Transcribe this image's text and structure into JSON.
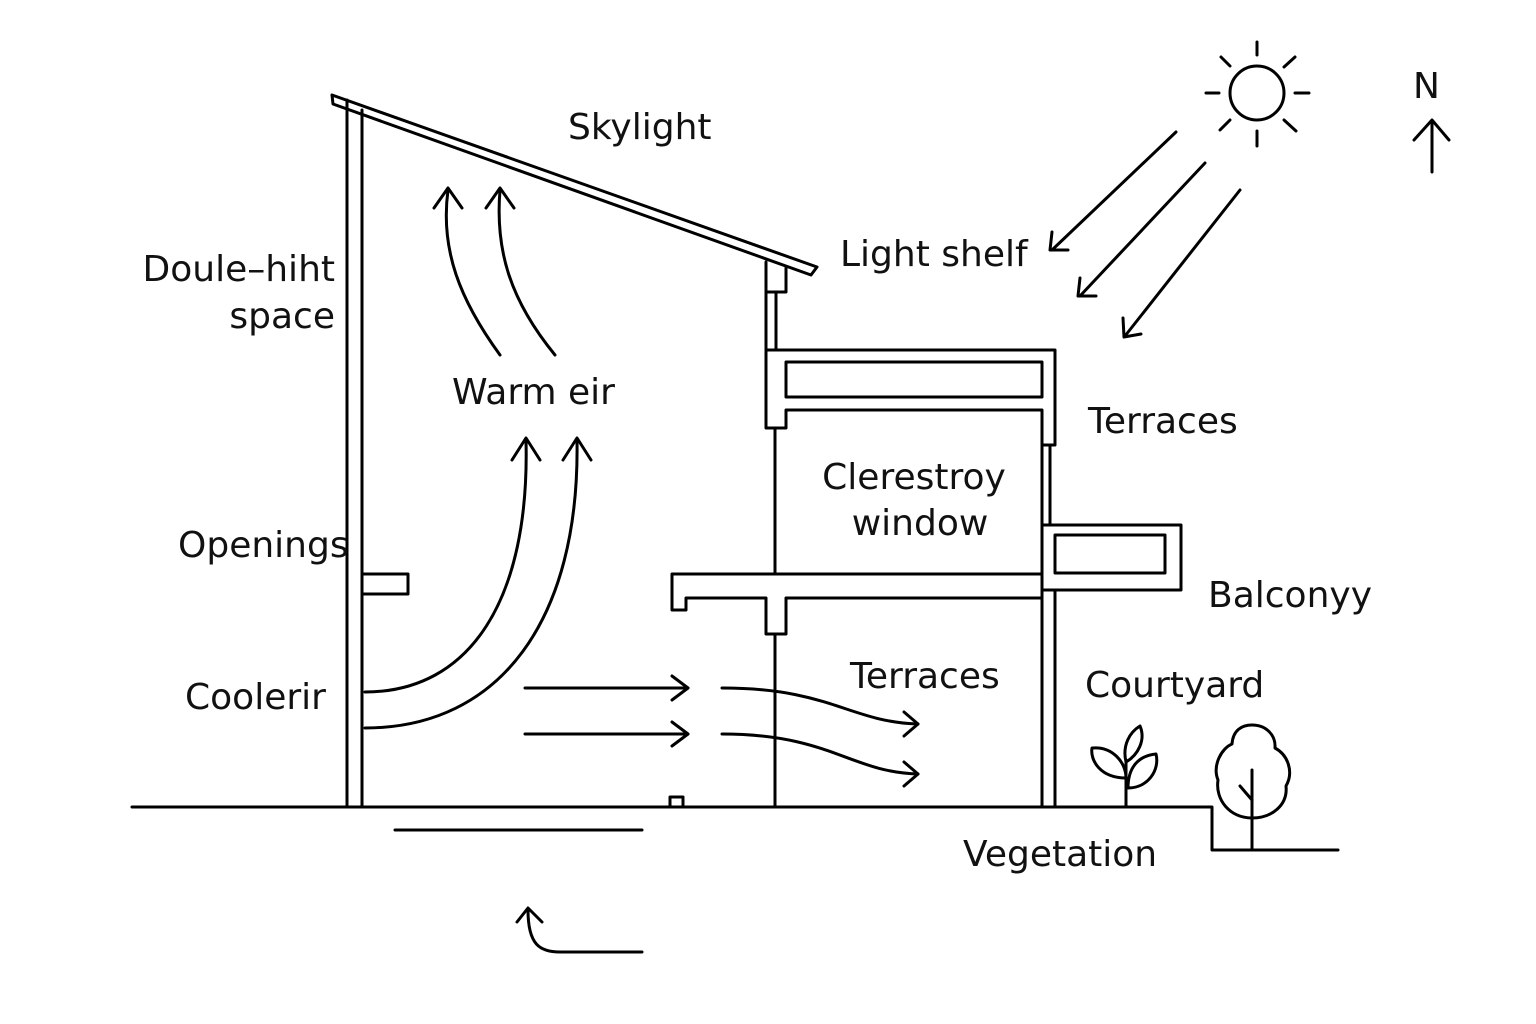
{
  "labels": {
    "skylight": "Skylight",
    "double_height_line1": "Doule–hiht",
    "double_height_line2": "space",
    "warm_air": "Warm eir",
    "light_shelf": "Light shelf",
    "terraces_upper": "Terraces",
    "clerestory_line1": "Clerestroy",
    "clerestory_line2": "window",
    "openings": "Openings",
    "balcony": "Balconyy",
    "cool_air": "Coolerir",
    "terraces_lower": "Terraces",
    "courtyard": "Courtyard",
    "vegetation": "Vegetation",
    "north": "N"
  },
  "icons": [
    "sun-icon",
    "north-arrow-icon",
    "plant-icon",
    "tree-icon"
  ],
  "colors": {
    "line": "#000000",
    "text": "#111111",
    "background": "#ffffff"
  }
}
